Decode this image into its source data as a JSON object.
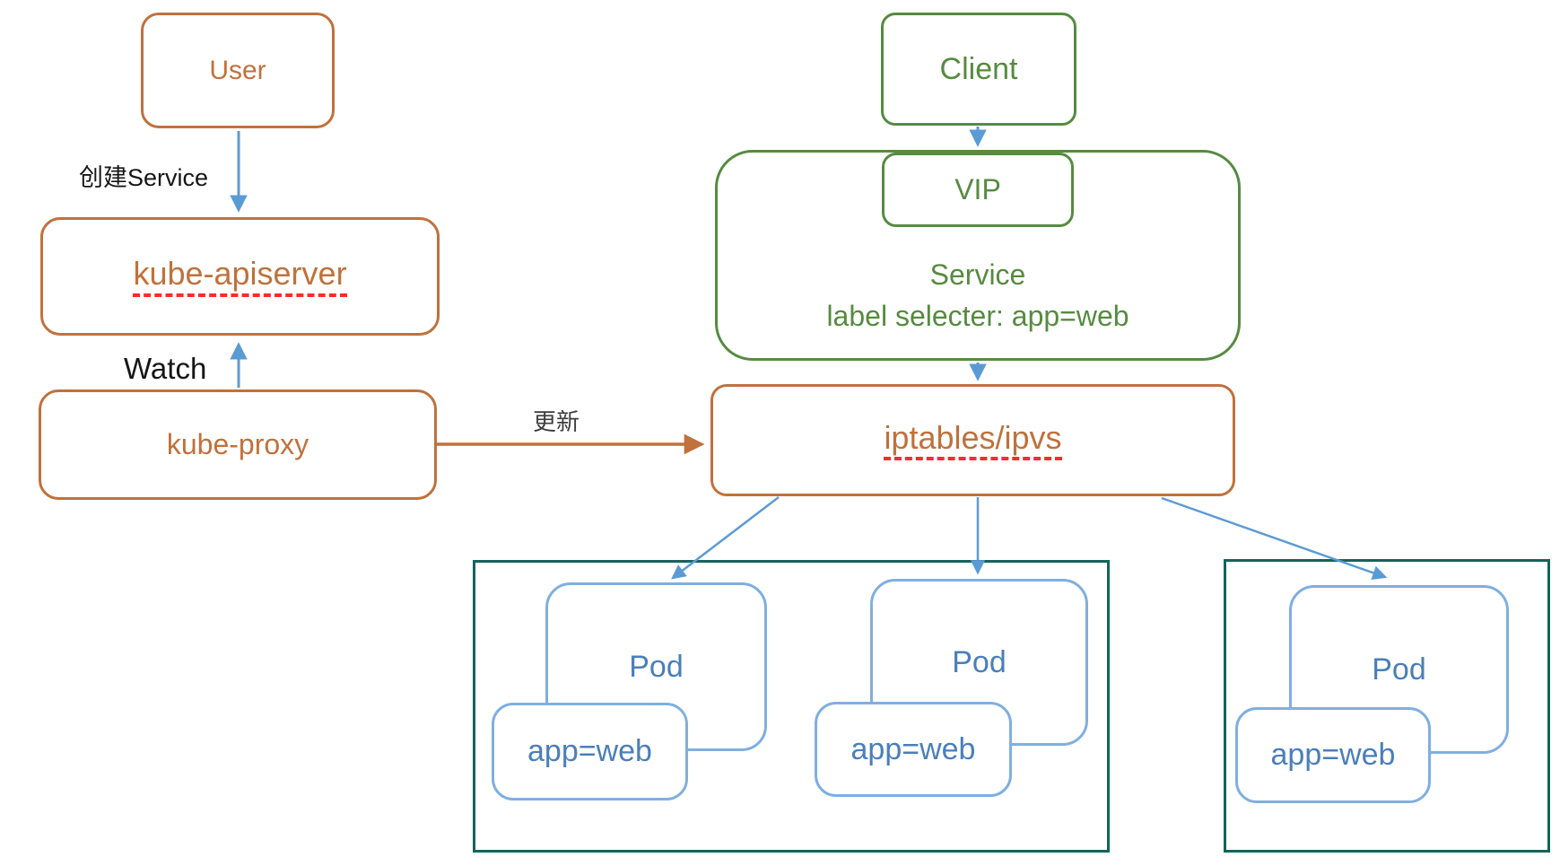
{
  "diagram": {
    "left_flow": {
      "user_label": "User",
      "create_service_label": "创建Service",
      "kube_apiserver_label": "kube-apiserver",
      "watch_label": "Watch",
      "kube_proxy_label": "kube-proxy",
      "update_label": "更新"
    },
    "service_flow": {
      "client_label": "Client",
      "vip_label": "VIP",
      "service_title": "Service",
      "service_selector": "label selecter: app=web",
      "iptables_label": "iptables/ipvs"
    },
    "nodes": [
      {
        "pods": [
          {
            "label": "Pod",
            "badge": "app=web"
          },
          {
            "label": "Pod",
            "badge": "app=web"
          }
        ]
      },
      {
        "pods": [
          {
            "label": "Pod",
            "badge": "app=web"
          }
        ]
      }
    ],
    "colors": {
      "orange": "#C0713C",
      "green": "#568B40",
      "arrow_blue": "#5B9BD5",
      "pod_border_blue": "#7FAFE0",
      "pod_text_blue": "#4A7FBA",
      "node_teal": "#15635B",
      "spellcheck_red": "#FF2B2B",
      "label_black": "#161616"
    }
  }
}
